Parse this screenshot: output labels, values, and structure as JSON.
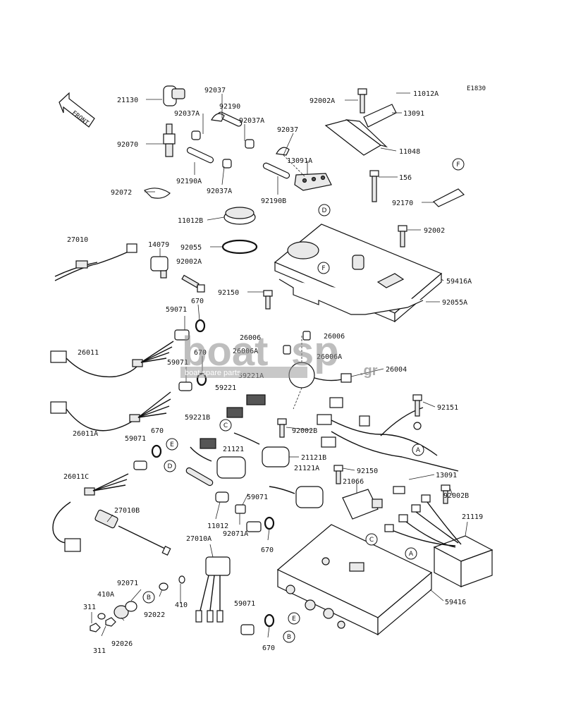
{
  "figure_code": "E1830",
  "front_marker": "FRONT",
  "watermark": {
    "brand_left": "boat",
    "brand_right": "sp",
    "tld": ".gr",
    "tagline": "boat spare parts"
  },
  "callout_letters": [
    "A",
    "B",
    "C",
    "D",
    "E",
    "F"
  ],
  "parts": [
    "21130",
    "92037",
    "92037A",
    "92190",
    "92070",
    "92190A",
    "92072",
    "92190B",
    "13091A",
    "92002A",
    "11012A",
    "13091",
    "11048",
    "156",
    "92170",
    "92002",
    "11012B",
    "92055",
    "27010",
    "14079",
    "59416A",
    "92055A",
    "92150",
    "59071",
    "670",
    "26006",
    "26006A",
    "26011",
    "26004",
    "59221A",
    "59221",
    "26011A",
    "59221B",
    "92151",
    "92002B",
    "21121",
    "21121B",
    "21121A",
    "26011C",
    "21066",
    "92002B",
    "27010B",
    "11012",
    "92071A",
    "21119",
    "27010A",
    "92071",
    "410A",
    "410",
    "92022",
    "311",
    "92026",
    "59416"
  ]
}
